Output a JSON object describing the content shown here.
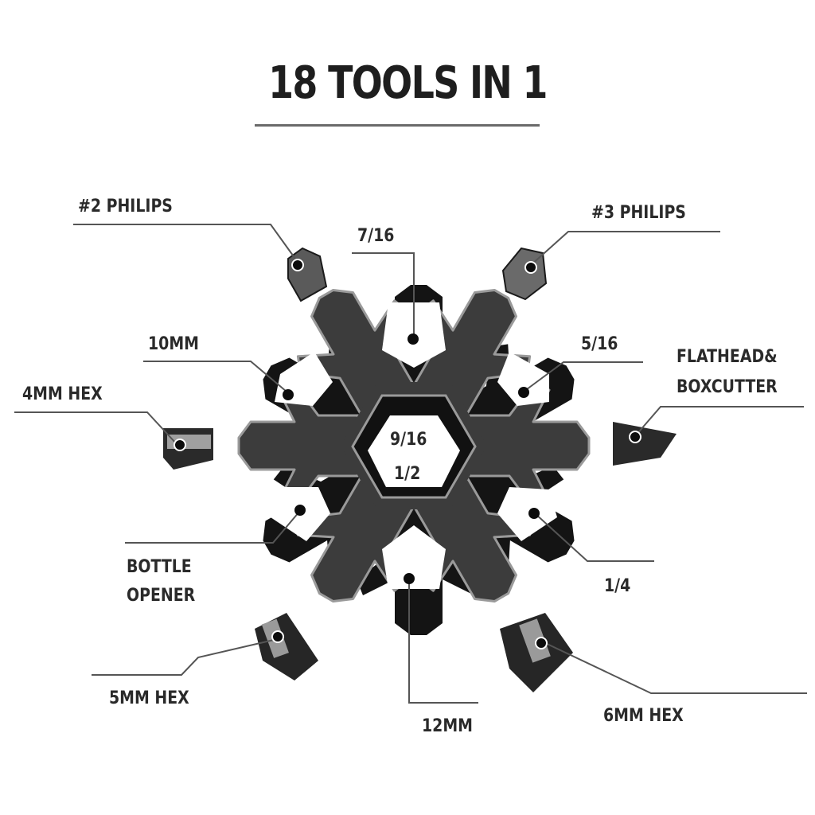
{
  "title": "18 TOOLS IN 1",
  "labels": {
    "philips2": "#2 PHILIPS",
    "philips3": "#3 PHILIPS",
    "w7_16": "7/16",
    "mm10": "10MM",
    "w5_16": "5/16",
    "flathead_line1": "FLATHEAD&",
    "flathead_line2": "BOXCUTTER",
    "hex4": "4MM HEX",
    "center_9_16": "9/16",
    "center_1_2": "1/2",
    "bottle_line1": "BOTTLE",
    "bottle_line2": "OPENER",
    "w1_4": "1/4",
    "hex5": "5MM HEX",
    "mm12": "12MM",
    "hex6": "6MM HEX"
  },
  "colors": {
    "text": "#2a2a2a",
    "tool_body": "#3c3c3c",
    "tool_edge": "#9a9a9a",
    "tool_shadow": "#141414",
    "leader_line": "#555555",
    "background": "#ffffff"
  }
}
